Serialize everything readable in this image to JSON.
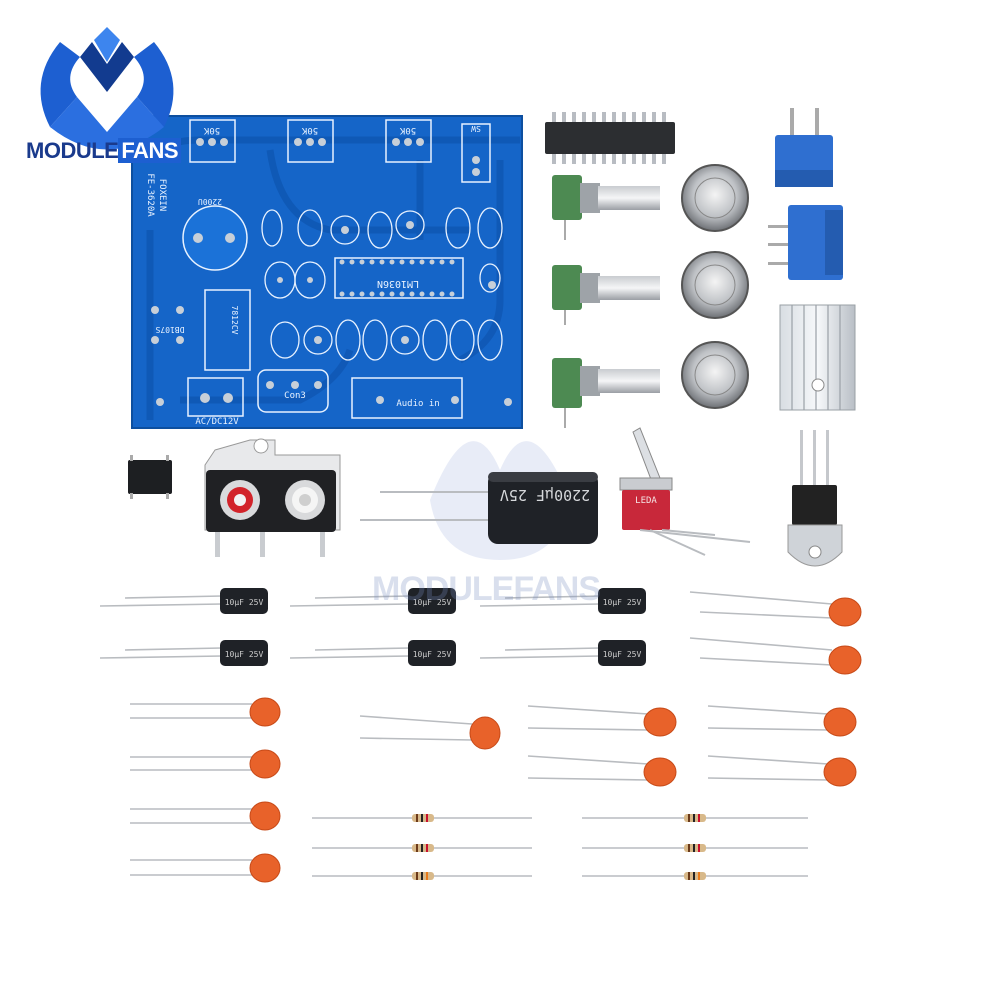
{
  "brand": {
    "word_primary": "MODULE",
    "word_secondary": "FANS",
    "primary_color": "#1a3a8c",
    "accent_color": "#1d5fd1"
  },
  "watermark": {
    "word_primary": "MODULE",
    "word_secondary": "FANS"
  },
  "pcb": {
    "color": "#1565c8",
    "labels": {
      "pot_left": "50K",
      "pot_mid": "50K",
      "pot_right": "50K",
      "switch": "SW",
      "maker": "FOXEIN",
      "model": "FE-3620A",
      "cap_big": "2200U",
      "ic": "LM1036N",
      "connector": "Con3",
      "audio_in": "Audio in",
      "power": "AC/DC12V",
      "rectifier": "DB107S",
      "regulator": "7812CV"
    }
  },
  "parts": {
    "big_capacitor": {
      "rating": "2200µF 25V"
    },
    "toggle_switch": {
      "marking": "LEDA"
    },
    "small_capacitor": {
      "rating": "10µF 25V"
    }
  },
  "colors": {
    "ceramic": "#e8622a",
    "electrolytic": "#1f2227",
    "pot_body": "#4d8a52",
    "trimmer": "#2f6fd0"
  }
}
